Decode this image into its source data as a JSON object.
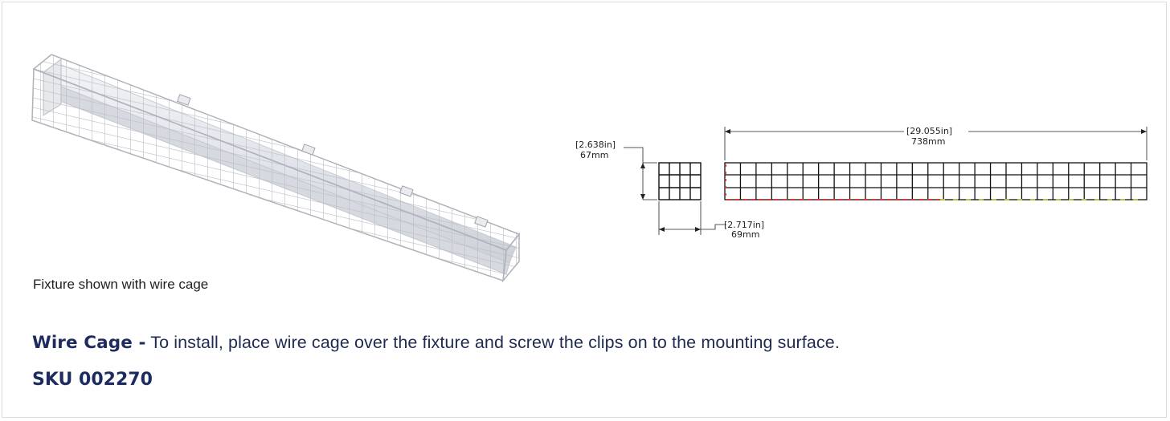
{
  "caption": "Fixture shown with wire cage",
  "description": {
    "label": "Wire Cage -",
    "text": "To install, place wire cage over the fixture and screw the clips on to the mounting surface."
  },
  "sku": "SKU 002270",
  "dimensions": {
    "height_in": "[2.638in]",
    "height_mm": "67mm",
    "width_in": "[2.717in]",
    "width_mm": "69mm",
    "length_in": "[29.055in]",
    "length_mm": "738mm"
  },
  "colors": {
    "heading": "#1d2b5e",
    "cage_wire": "#ffffff",
    "accent_red": "#d33a3a",
    "accent_green": "#b3c640"
  }
}
